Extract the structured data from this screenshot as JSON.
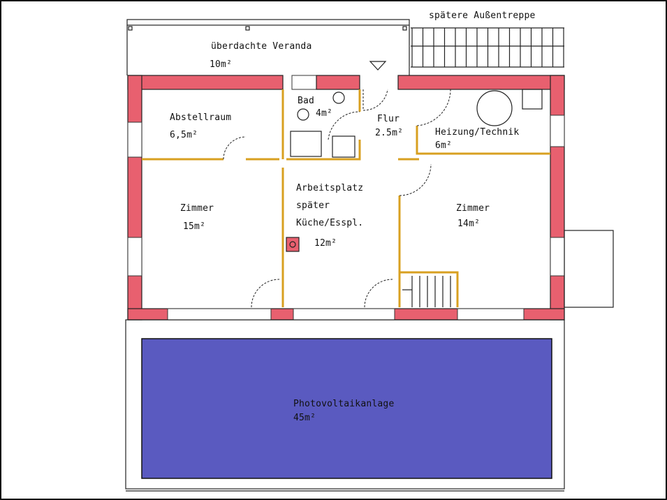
{
  "title": "Grundriss",
  "colors": {
    "wall": "#e8606f",
    "pv": "#5a5ac0",
    "partition": "#d8a020"
  },
  "rooms": {
    "veranda": {
      "name": "überdachte Veranda",
      "area": "10m²"
    },
    "stairs_outside": {
      "name": "spätere Außentreppe"
    },
    "bad": {
      "name": "Bad",
      "area": "4m²"
    },
    "abstellraum": {
      "name": "Abstellraum",
      "area": "6,5m²"
    },
    "flur": {
      "name": "Flur",
      "area": "2.5m²"
    },
    "heizung": {
      "name": "Heizung/Technik",
      "area": "6m²"
    },
    "zimmer_left": {
      "name": "Zimmer",
      "area": "15m²"
    },
    "arbeitsplatz": {
      "line1": "Arbeitsplatz",
      "line2": "später",
      "line3": "Küche/Esspl.",
      "area": "12m²"
    },
    "zimmer_right": {
      "name": "Zimmer",
      "area": "14m²"
    },
    "pv": {
      "name": "Photovoltaikanlage",
      "area": "45m²"
    }
  }
}
